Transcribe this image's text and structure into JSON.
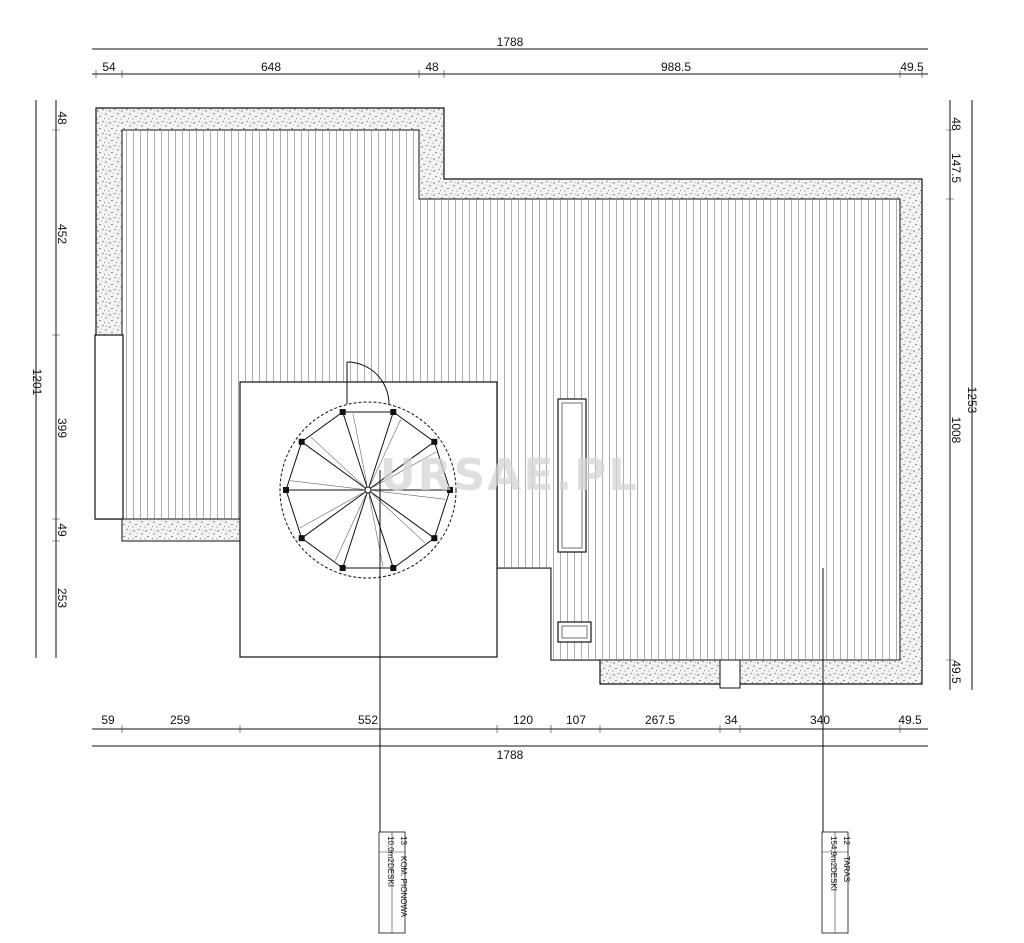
{
  "watermark": "URSAE.PL",
  "dimensions": {
    "top_total": "1788",
    "top_segments": [
      "54",
      "648",
      "48",
      "988.5",
      "49.5"
    ],
    "bottom_segments": [
      "59",
      "259",
      "552",
      "120",
      "107",
      "267.5",
      "34",
      "340",
      "49.5"
    ],
    "bottom_total": "1788",
    "left_total": "1201",
    "left_segments": [
      "48",
      "452",
      "399",
      "49",
      "253"
    ],
    "right_total": "1253",
    "right_segments": [
      "48",
      "147.5",
      "1008",
      "49.5"
    ]
  },
  "room_labels": [
    {
      "number": "13",
      "name": "KOM. PIONOWA",
      "area": "10,0m2",
      "floor": "DESKI"
    },
    {
      "number": "12",
      "name": "TARAS",
      "area": "154,9m2",
      "floor": "DESKI"
    }
  ],
  "colors": {
    "ink": "#111111",
    "speckle": "#555555",
    "watermark": "#d4d4d4"
  }
}
